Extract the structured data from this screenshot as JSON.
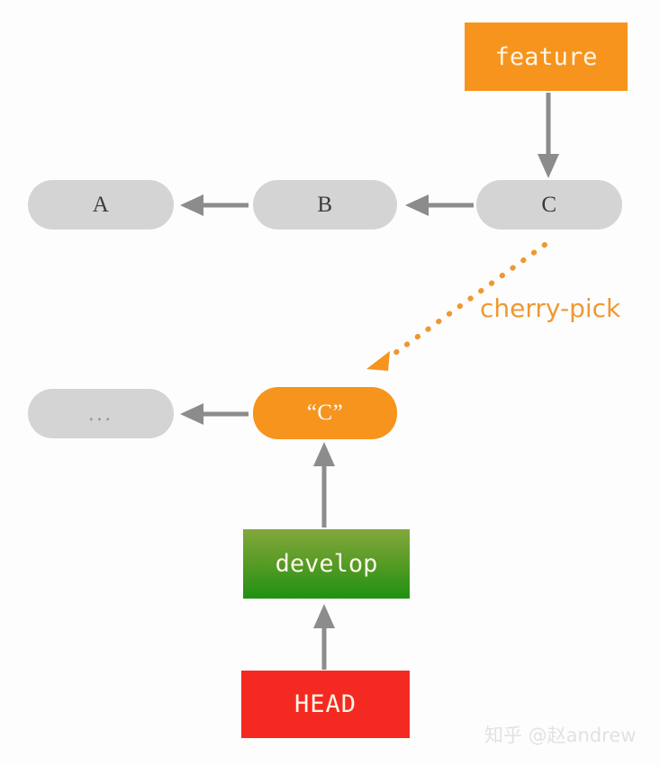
{
  "diagram": {
    "title": "git cherry-pick diagram",
    "colors": {
      "background": "#fdfdfd",
      "commit_gray": "#d4d4d4",
      "accent_orange": "#f7941e",
      "cherry_label_orange": "#ef9833",
      "develop_green_top": "#82a73c",
      "develop_green_bottom": "#1f9112",
      "head_red": "#f42a22",
      "arrow_gray": "#8c8c8c",
      "commit_text": "#3a3a3a",
      "watermark_gray": "#e2e2e2"
    },
    "branches": [
      {
        "id": "feature",
        "label": "feature",
        "style": "solid-orange"
      },
      {
        "id": "develop",
        "label": "develop",
        "style": "gradient-green"
      },
      {
        "id": "head",
        "label": "HEAD",
        "style": "solid-red"
      }
    ],
    "commits_upper": [
      {
        "id": "a",
        "label": "A",
        "style": "gray"
      },
      {
        "id": "b",
        "label": "B",
        "style": "gray"
      },
      {
        "id": "c",
        "label": "C",
        "style": "gray"
      }
    ],
    "commits_lower": [
      {
        "id": "ellipsis",
        "label": "...",
        "style": "gray"
      },
      {
        "id": "c-copy",
        "label": "“C”",
        "style": "orange"
      }
    ],
    "annotations": {
      "cherry_pick": "cherry-pick"
    },
    "watermark": "知乎 @赵andrew"
  }
}
